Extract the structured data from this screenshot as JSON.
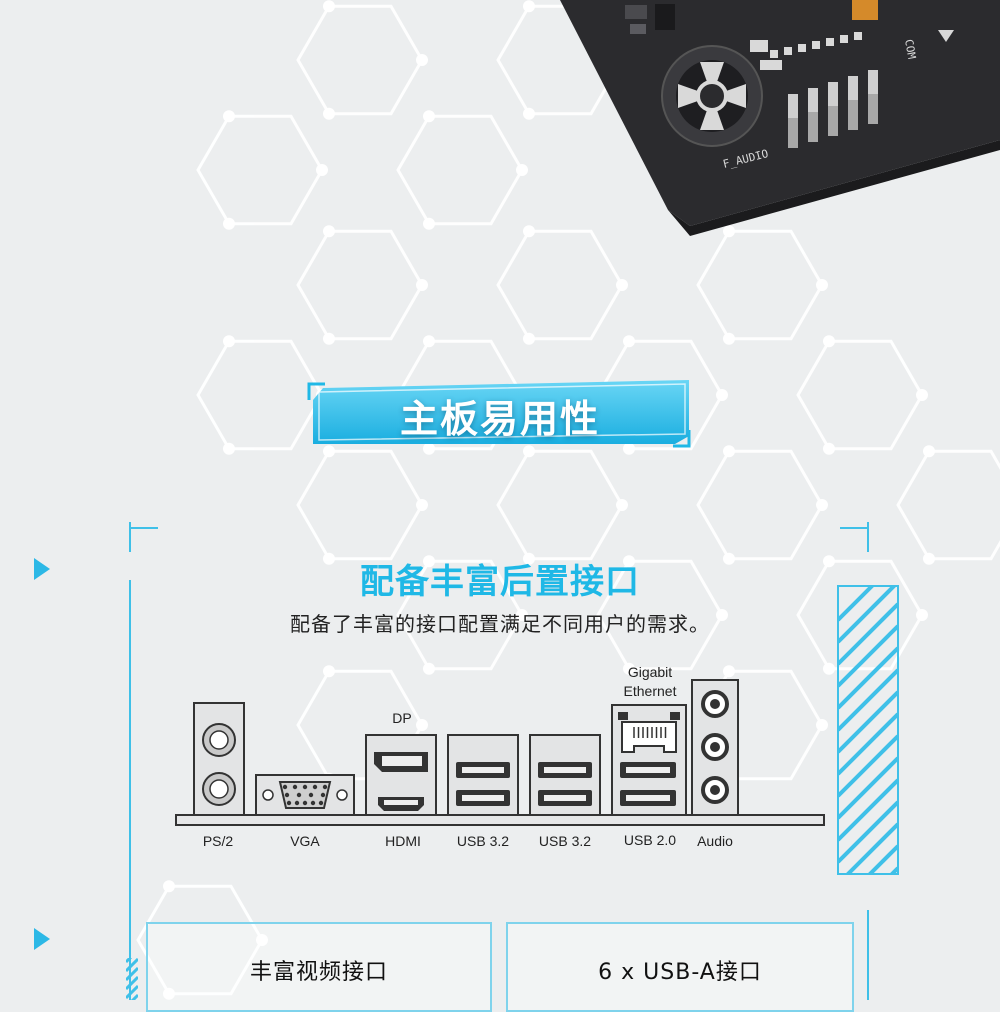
{
  "banner": {
    "title": "主板易用性"
  },
  "section": {
    "title": "配备丰富后置接口",
    "subtitle": "配备了丰富的接口配置满足不同用户的需求。"
  },
  "ports": {
    "dp_label": "DP",
    "ethernet_label_line1": "Gigabit",
    "ethernet_label_line2": "Ethernet",
    "labels": [
      "PS/2",
      "VGA",
      "HDMI",
      "USB 3.2",
      "USB 3.2",
      "USB 2.0",
      "Audio"
    ]
  },
  "features": [
    "丰富视频接口",
    "6 x USB-A接口"
  ],
  "board": {
    "header_label": "F_AUDIO",
    "com_label": "COM"
  },
  "colors": {
    "accent": "#1fb8e6",
    "board": "#2b2b2e",
    "panel": "#e3e4e5"
  }
}
